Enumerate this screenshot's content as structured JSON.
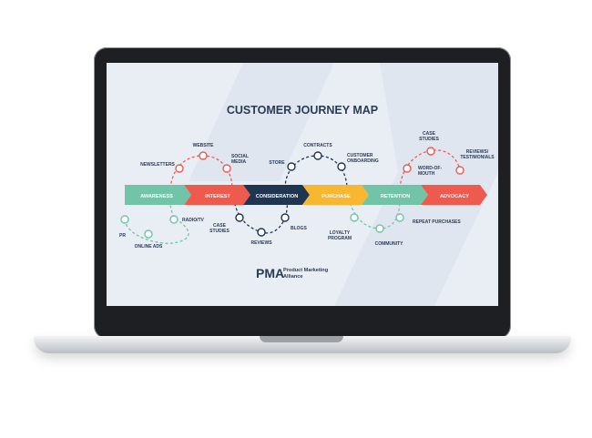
{
  "map": {
    "title": "CUSTOMER JOURNEY MAP",
    "stages": [
      {
        "label": "AWARENESS",
        "color": "#71c4a8"
      },
      {
        "label": "INTEREST",
        "color": "#ef5a4f"
      },
      {
        "label": "CONSIDERATION",
        "color": "#1f3550"
      },
      {
        "label": "PURCHASE",
        "color": "#f7b731"
      },
      {
        "label": "RETENTION",
        "color": "#71c4a8"
      },
      {
        "label": "ADVOCACY",
        "color": "#ef5a4f"
      }
    ],
    "touchpoints": {
      "pr": "PR",
      "online_ads": "ONLINE ADS",
      "radio_tv": "RADIO/TV",
      "newsletters": "NEWSLETTERS",
      "website": "WEBSITE",
      "social_media_1": "SOCIAL",
      "social_media_2": "MEDIA",
      "case_studies_a1": "CASE",
      "case_studies_a2": "STUDIES",
      "reviews": "REVIEWS",
      "blogs": "BLOGS",
      "store": "STORE",
      "contracts": "CONTRACTS",
      "onboarding_1": "CUSTOMER",
      "onboarding_2": "ONBOARDING",
      "loyalty_1": "LOYALTY",
      "loyalty_2": "PROGRAM",
      "community": "COMMUNITY",
      "repeat": "REPEAT PURCHASES",
      "case_studies_b1": "CASE",
      "case_studies_b2": "STUDIES",
      "wom_1": "WORD-OF-",
      "wom_2": "MOUTH",
      "reviews_t1": "REVIEWS/",
      "reviews_t2": "TESTIMONIALS"
    },
    "brand": {
      "logo": "PMA",
      "name_line1": "Product Marketing",
      "name_line2": "Alliance"
    }
  },
  "colors": {
    "teal": "#71c4a8",
    "coral": "#ef5a4f",
    "navy": "#1f3550",
    "yellow": "#f7b731",
    "screen_bg": "#e9eef5"
  }
}
